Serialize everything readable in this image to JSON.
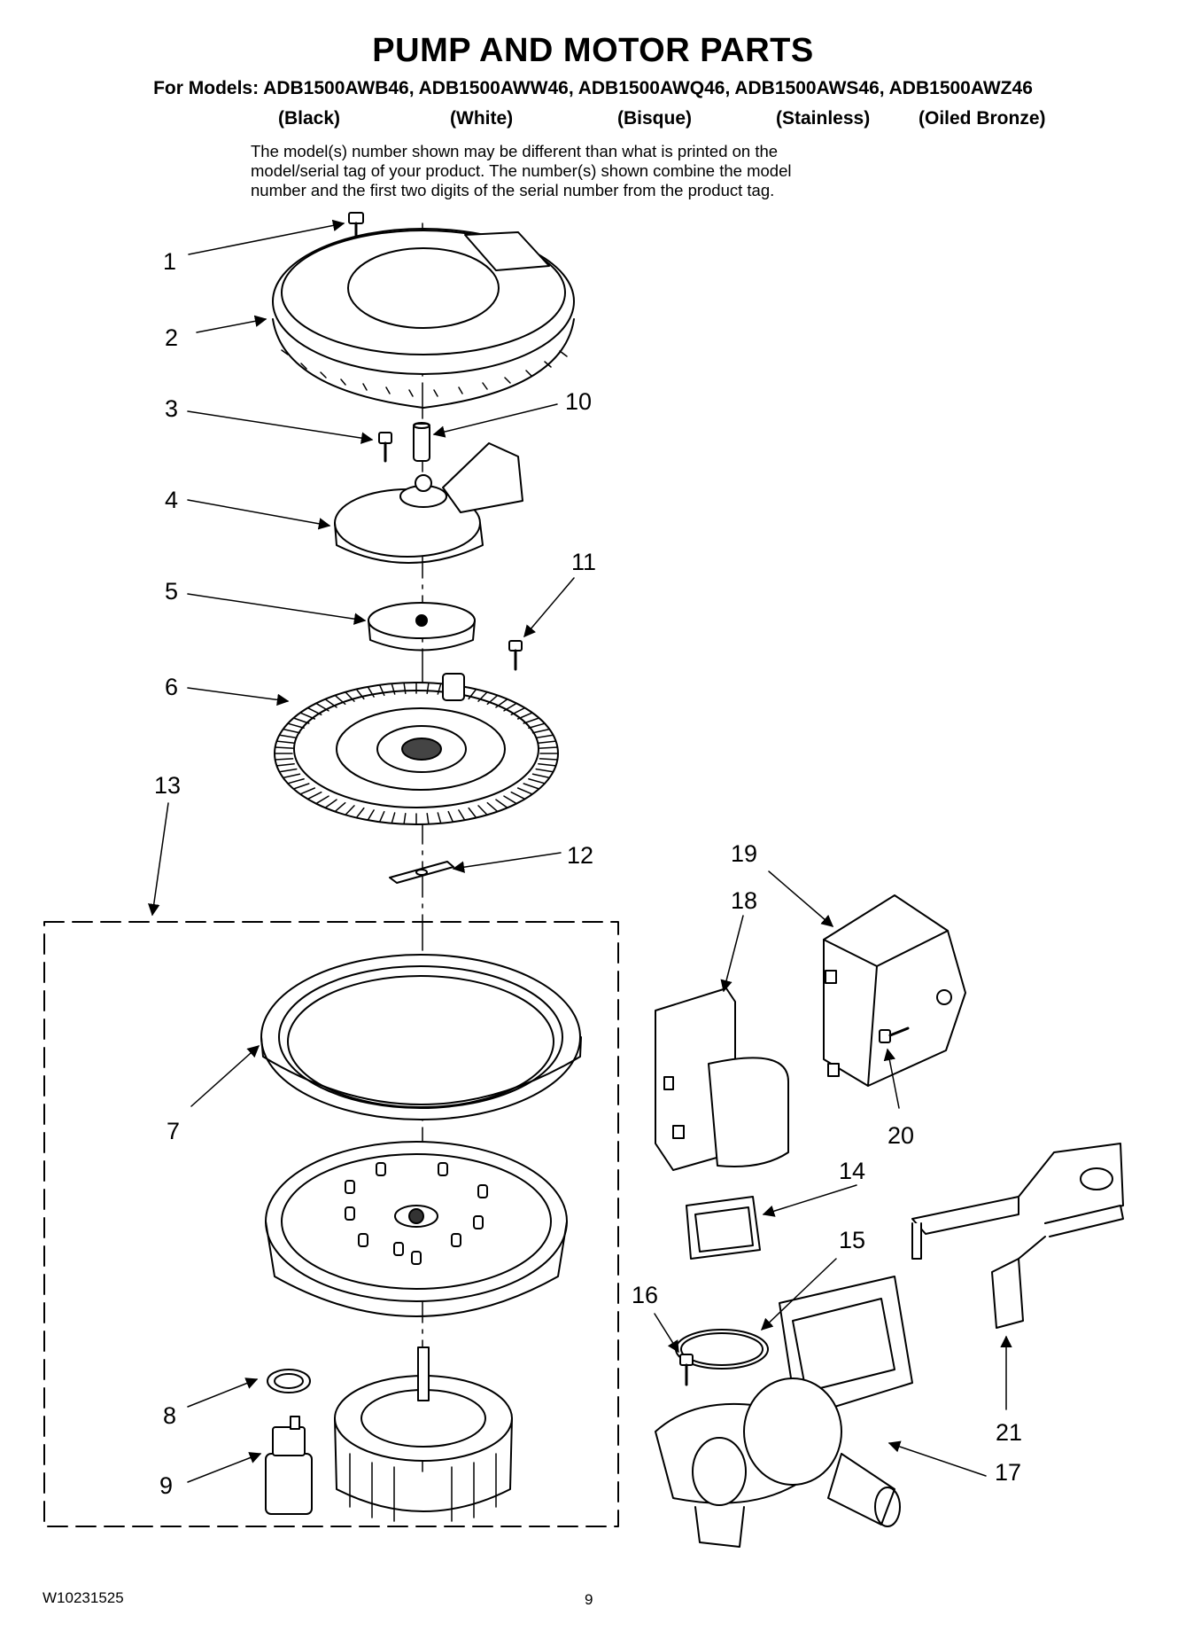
{
  "header": {
    "title": "PUMP AND MOTOR PARTS",
    "models_line": "For Models: ADB1500AWB46, ADB1500AWW46, ADB1500AWQ46, ADB1500AWS46, ADB1500AWZ46",
    "variants": [
      "(Black)",
      "(White)",
      "(Bisque)",
      "(Stainless)",
      "(Oiled Bronze)"
    ],
    "disclaimer_lines": [
      "The model(s) number shown may be different than what is printed on the",
      "model/serial tag of your product. The number(s) shown combine the model",
      "number and the first two digits of the serial number from the product tag."
    ]
  },
  "callouts": [
    "1",
    "2",
    "3",
    "4",
    "5",
    "6",
    "7",
    "8",
    "9",
    "10",
    "11",
    "12",
    "13",
    "14",
    "15",
    "16",
    "17",
    "18",
    "19",
    "20",
    "21"
  ],
  "footer": {
    "doc_number": "W10231525",
    "page_number": "9"
  }
}
